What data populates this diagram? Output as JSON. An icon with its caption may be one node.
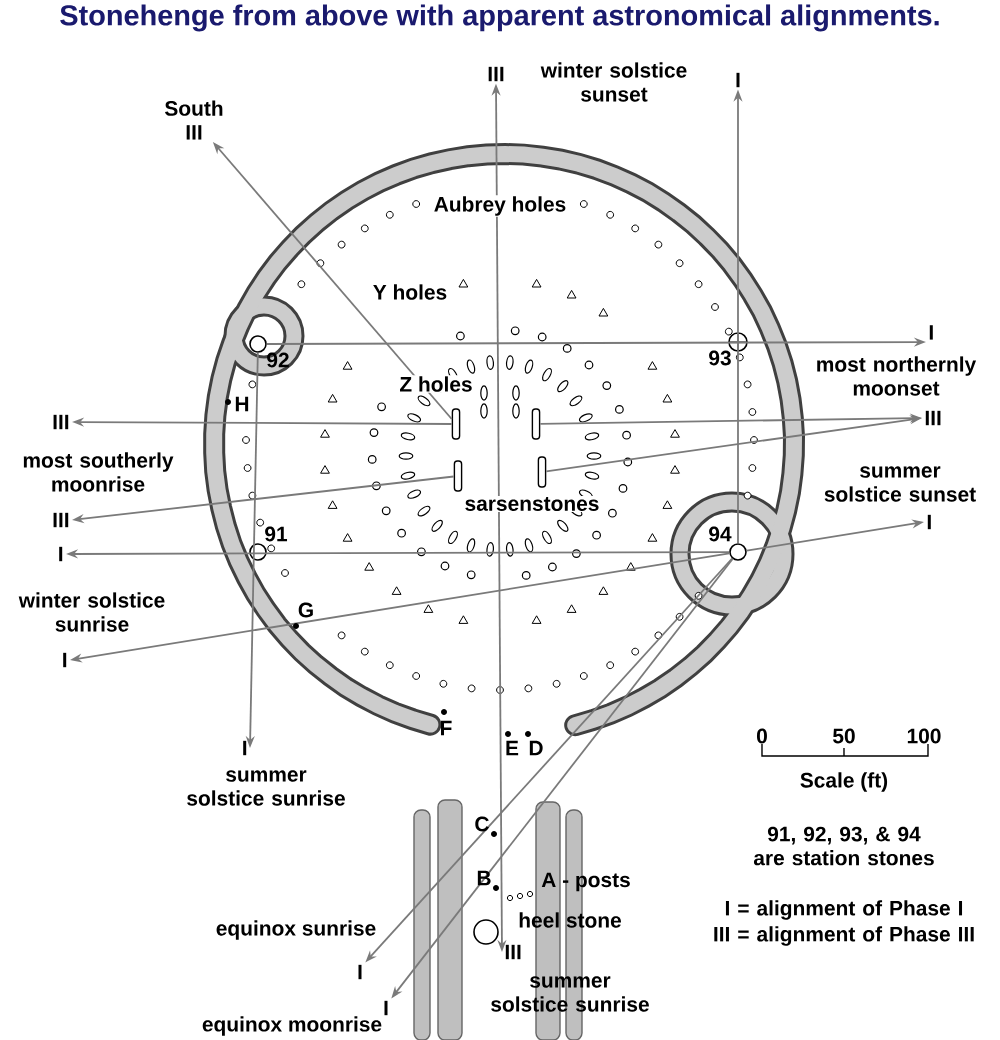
{
  "diagram": {
    "title": "Stonehenge from above with apparent astronomical alignments.",
    "nodes": [
      {
        "text": [
          "III"
        ]
      },
      {
        "text": [
          "I"
        ],
        "beside": [
          "winter solstice sunset"
        ]
      },
      {
        "text": [
          "South",
          "III"
        ]
      },
      {
        "text": [
          "I"
        ],
        "beside": [
          "most northernly moonset"
        ]
      },
      {
        "text": [
          "III"
        ]
      },
      {
        "text": [
          "I"
        ],
        "beside": [
          "summer solstice sunset"
        ]
      },
      {
        "text": [
          "III"
        ]
      },
      {
        "text": [
          "III"
        ],
        "beside": [
          "most southerly moonrise"
        ]
      },
      {
        "text": [
          "I"
        ]
      },
      {
        "text": [
          "I"
        ],
        "beside": [
          "winter solstice sunrise"
        ]
      },
      {
        "text": [
          "I"
        ],
        "beside": [
          "summer solstice sunrise"
        ]
      },
      {
        "text": [
          "III"
        ],
        "beside": [
          "summer solstice sunrise"
        ]
      },
      {
        "text": [
          "I"
        ],
        "beside": [
          "equinox sunrise"
        ]
      },
      {
        "text": [
          "I"
        ],
        "beside": [
          "equinox moonrise"
        ]
      },
      {
        "text": [],
        "shape": "circle",
        "beside": [
          "92"
        ]
      },
      {
        "text": [],
        "shape": "circle",
        "beside": [
          "93"
        ]
      },
      {
        "text": [],
        "shape": "circle",
        "beside": [
          "91"
        ]
      },
      {
        "text": [],
        "shape": "circle",
        "beside": [
          "94"
        ]
      },
      {
        "text": [],
        "shape": "circle",
        "beside": [
          "heel stone"
        ]
      },
      {
        "text": [],
        "shape": "box"
      },
      {
        "text": [],
        "shape": "box"
      },
      {
        "text": [],
        "shape": "box"
      },
      {
        "text": [],
        "shape": "box"
      }
    ],
    "edges": [
      {
        "from": 11,
        "to": 0,
        "arrow": "both"
      },
      {
        "from": 17,
        "to": 1,
        "arrow": "to"
      },
      {
        "from": 19,
        "to": 2,
        "arrow": "to"
      },
      {
        "from": 14,
        "to": 3,
        "arrow": "to"
      },
      {
        "from": 20,
        "to": 4,
        "arrow": "to"
      },
      {
        "from": 22,
        "to": 4,
        "arrow": "to"
      },
      {
        "from": 17,
        "to": 5,
        "arrow": "to"
      },
      {
        "from": 19,
        "to": 6,
        "arrow": "to"
      },
      {
        "from": 21,
        "to": 7,
        "arrow": "to"
      },
      {
        "from": 17,
        "to": 8,
        "arrow": "to"
      },
      {
        "from": 17,
        "to": 9,
        "arrow": "to"
      },
      {
        "from": 14,
        "to": 10,
        "arrow": "to"
      },
      {
        "from": 17,
        "to": 12,
        "arrow": "to"
      },
      {
        "from": 17,
        "to": 13,
        "arrow": "to"
      }
    ],
    "labels": [
      "Aubrey holes",
      "Y holes",
      "Z holes",
      "sarsenstones",
      "H",
      "G",
      "F",
      "E",
      "D",
      "C",
      "B",
      "A - posts",
      "0",
      "50",
      "100",
      "Scale (ft)",
      "91, 92, 93, & 94 are station stones",
      "I = alignment of Phase I",
      "III = alignment of Phase III"
    ]
  }
}
